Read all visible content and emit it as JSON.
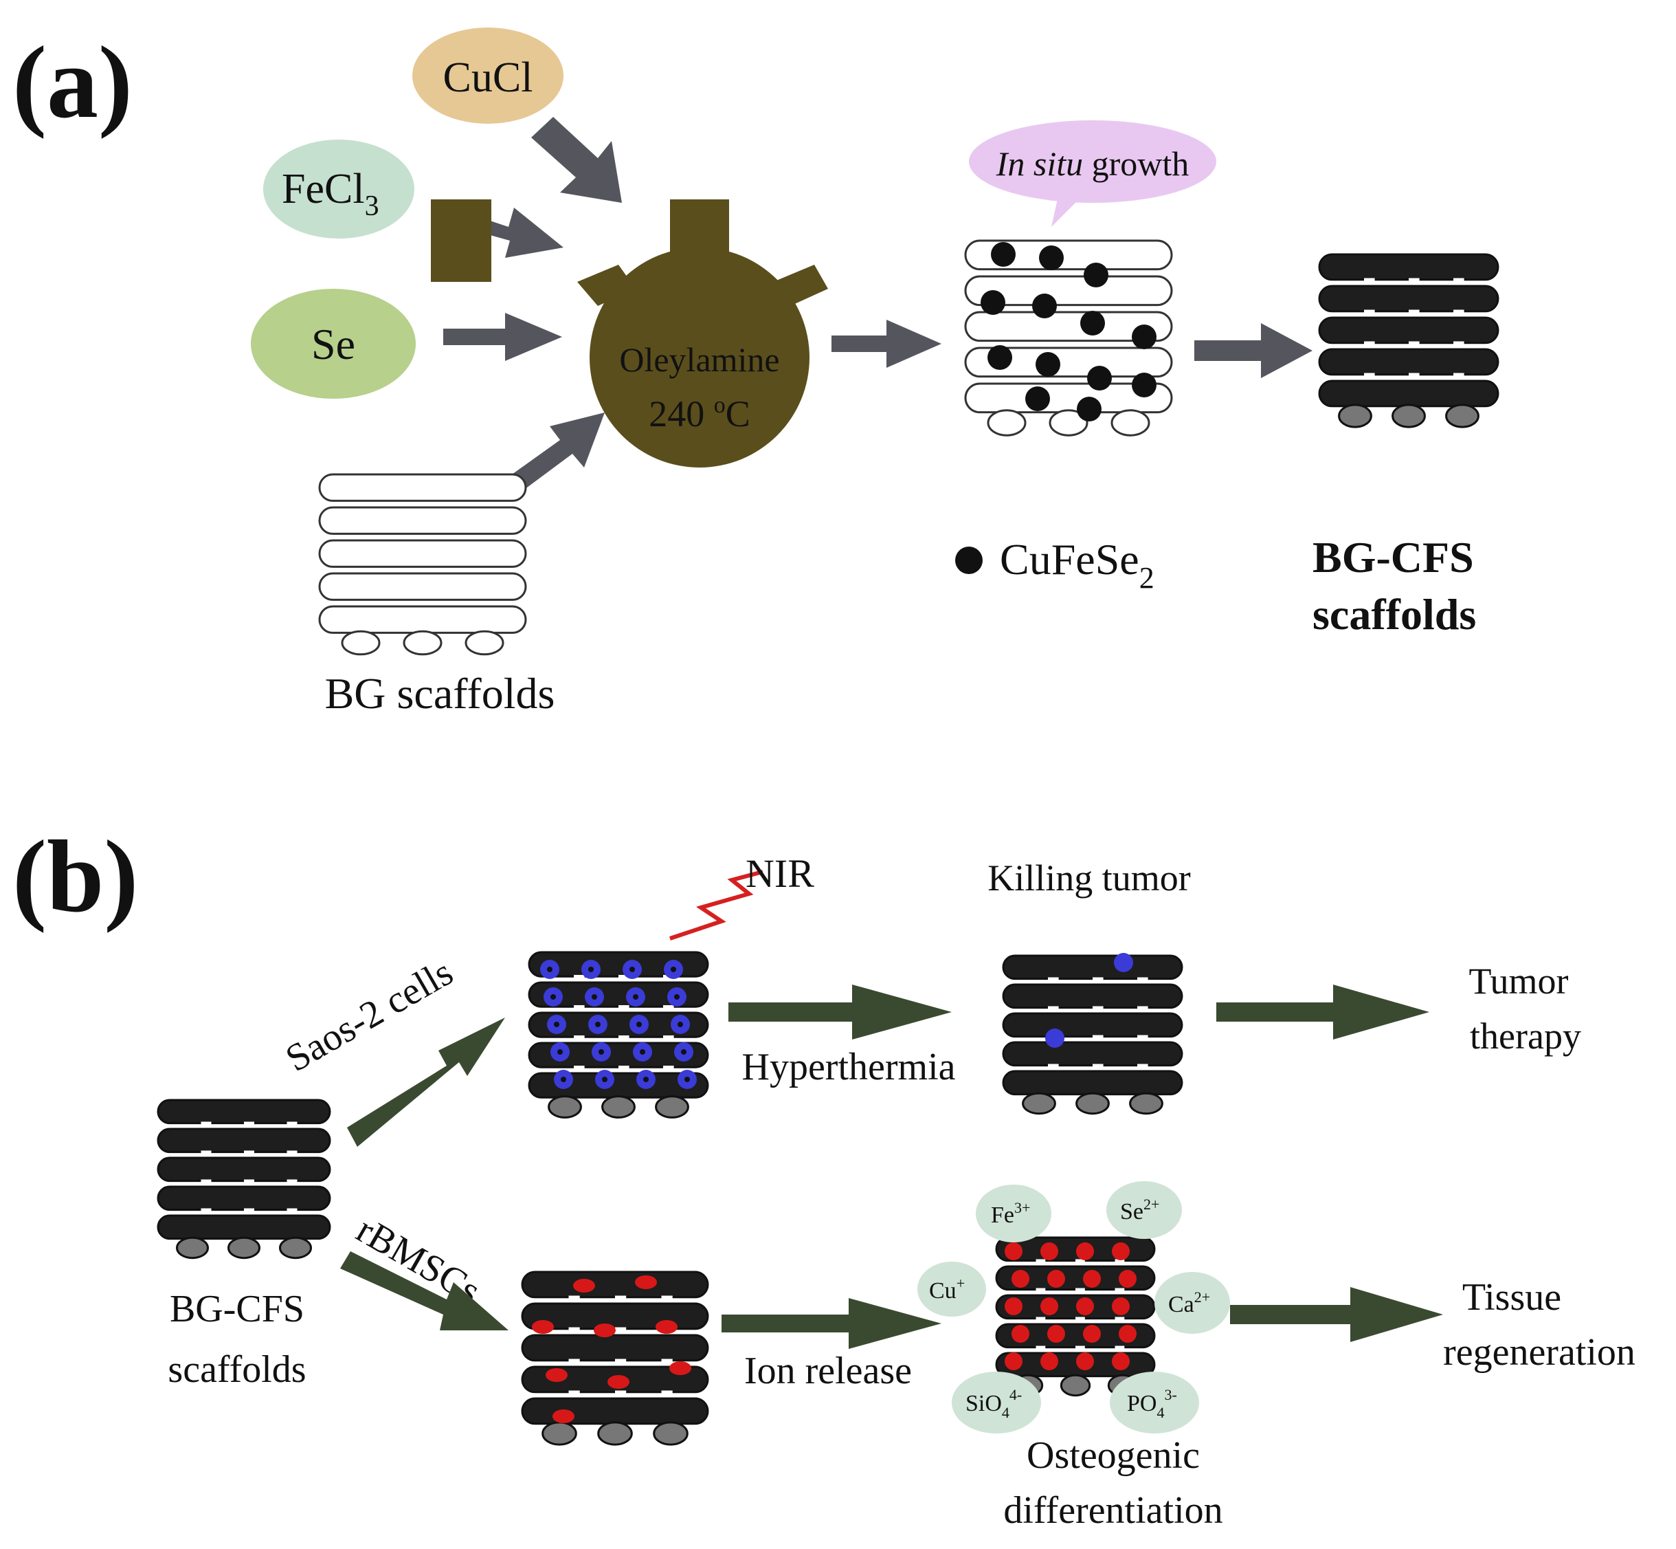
{
  "panel_a": {
    "label": "(a)",
    "reagents": {
      "cucl": "CuCl",
      "fecl3_main": "FeCl",
      "fecl3_sub": "3",
      "se": "Se"
    },
    "flask": {
      "solvent": "Oleylamine",
      "temp_value": "240 ",
      "temp_deg": "o",
      "temp_unit": "C"
    },
    "bubble": {
      "italic": "In situ",
      "rest": " growth"
    },
    "legend": {
      "main": "CuFeSe",
      "sub": "2"
    },
    "labels": {
      "bg_scaffolds": "BG scaffolds",
      "bgcfs_line1": "BG-CFS",
      "bgcfs_line2": "scaffolds"
    }
  },
  "panel_b": {
    "label": "(b)",
    "nir": "NIR",
    "saos": "Saos-2 cells",
    "killing": "Killing tumor",
    "hyperthermia": "Hyperthermia",
    "tumor_therapy_1": "Tumor",
    "tumor_therapy_2": "therapy",
    "rbmscs": "rBMSCs",
    "bgcfs_1": "BG-CFS",
    "bgcfs_2": "scaffolds",
    "ion_release": "Ion release",
    "osteo_1": "Osteogenic",
    "osteo_2": "differentiation",
    "tissue_1": "Tissue",
    "tissue_2": "regeneration",
    "ions": {
      "fe": {
        "main": "Fe",
        "sup": "3+"
      },
      "se": {
        "main": "Se",
        "sup": "2+"
      },
      "cu": {
        "main": "Cu",
        "sup": "+"
      },
      "ca": {
        "main": "Ca",
        "sup": "2+"
      },
      "sio": {
        "main": "SiO",
        "sub": "4",
        "sup": "4-"
      },
      "po": {
        "main": "PO",
        "sub": "4",
        "sup": "3-"
      }
    }
  },
  "colors": {
    "cucl": "#e6c894",
    "fecl3": "#c6e0d0",
    "se": "#b7d08c",
    "flask": "#5a4e1c",
    "bubble": "#e8c8f0",
    "arrow_gray": "#55555d",
    "arrow_green": "#3a4a30",
    "ion": "#cfe3d6",
    "nir": "#d62020",
    "tumor_cell": "#3b3bd8",
    "stem_cell": "#d81818"
  }
}
